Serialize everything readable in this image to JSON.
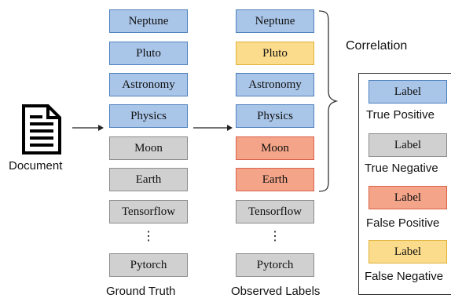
{
  "document_label": "Document",
  "ground_truth": {
    "caption": "Ground Truth",
    "labels": [
      "Neptune",
      "Pluto",
      "Astronomy",
      "Physics",
      "Moon",
      "Earth",
      "Tensorflow"
    ],
    "ellipsis": "⋮",
    "last_label": "Pytorch"
  },
  "observed": {
    "caption": "Observed Labels",
    "labels": [
      "Neptune",
      "Pluto",
      "Astronomy",
      "Physics",
      "Moon",
      "Earth",
      "Tensorflow"
    ],
    "ellipsis": "⋮",
    "last_label": "Pytorch"
  },
  "correlation_label": "Correlation",
  "legend": {
    "items": [
      {
        "box": "Label",
        "text": "True Positive",
        "fill": "#a9c5e8",
        "border": "#4f81bd"
      },
      {
        "box": "Label",
        "text": "True Negative",
        "fill": "#d0d0d0",
        "border": "#8c8c8c"
      },
      {
        "box": "Label",
        "text": "False Positive",
        "fill": "#f4a488",
        "border": "#d9624a"
      },
      {
        "box": "Label",
        "text": "False Negative",
        "fill": "#fbdc8c",
        "border": "#e0b23a"
      }
    ]
  }
}
